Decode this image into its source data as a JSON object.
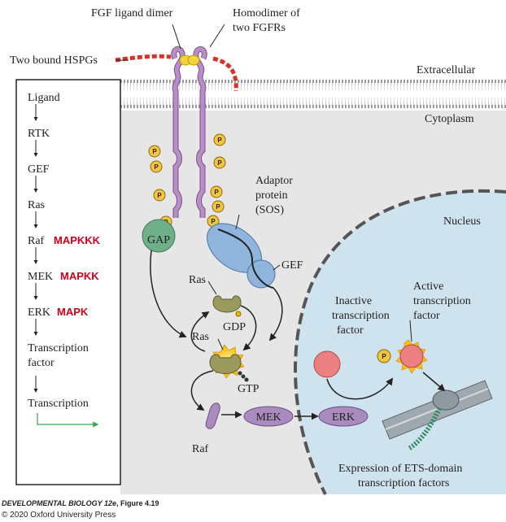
{
  "labels": {
    "fgf_ligand_dimer": "FGF ligand dimer",
    "homodimer_line1": "Homodimer of",
    "homodimer_line2": "two FGFRs",
    "two_bound_hspgs": "Two bound HSPGs",
    "extracellular": "Extracellular",
    "cytoplasm": "Cytoplasm",
    "nucleus": "Nucleus",
    "adaptor_line1": "Adaptor",
    "adaptor_line2": "protein",
    "adaptor_line3": "(SOS)",
    "gef": "GEF",
    "gap": "GAP",
    "ras_top": "Ras",
    "ras_bottom": "Ras",
    "gdp": "GDP",
    "gtp": "GTP",
    "raf": "Raf",
    "mek": "MEK",
    "erk": "ERK",
    "inactive_line1": "Inactive",
    "inactive_line2": "transcription",
    "inactive_line3": "factor",
    "active_line1": "Active",
    "active_line2": "transcription",
    "active_line3": "factor",
    "expression_line1": "Expression of ETS-domain",
    "expression_line2": "transcription factors",
    "phospho": "P"
  },
  "pathway": {
    "steps": [
      "Ligand",
      "RTK",
      "GEF",
      "Ras",
      "Raf",
      "MEK",
      "ERK",
      "Transcription",
      "factor",
      "Transcription"
    ],
    "kinase_labels": [
      "MAPKKK",
      "MAPKK",
      "MAPK"
    ]
  },
  "caption": {
    "book": "DEVELOPMENTAL BIOLOGY 12e",
    "figure": ", Figure 4.19",
    "copyright": "© 2020 Oxford University Press"
  },
  "colors": {
    "membrane": "#c9c9c9",
    "cytoplasm": "#e6e6e6",
    "nucleus": "#cfe3ef",
    "receptor": "#b78fc4",
    "hspg": "#d9302c",
    "ligand": "#f2d33a",
    "phosphate": "#f5c542",
    "sos": "#8fb5dc",
    "gap": "#6fb08a",
    "ras": "#9a9a5c",
    "kinase": "#a98bbd",
    "transcription_factor": "#ec7f7f",
    "kinase_text": "#d0021b",
    "transcription_arrow": "#3aa84a"
  }
}
